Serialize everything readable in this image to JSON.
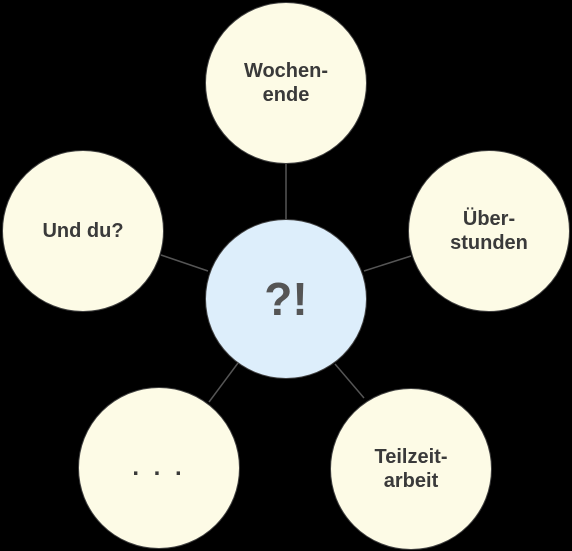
{
  "center": {
    "label": "?!"
  },
  "bubbles": [
    {
      "id": "weekend",
      "label": "Wochen-\nende"
    },
    {
      "id": "overtime",
      "label": "Über-\nstunden"
    },
    {
      "id": "parttime",
      "label": "Teilzeit-\narbeit"
    },
    {
      "id": "more",
      "label": ". . ."
    },
    {
      "id": "and_you",
      "label": "Und du?"
    }
  ],
  "colors": {
    "background": "#000000",
    "bubble_fill": "#fdfbe6",
    "center_fill": "#ddeefb",
    "stroke": "#3f3f3f",
    "connector": "#555555",
    "text": "#3a3a3a"
  }
}
